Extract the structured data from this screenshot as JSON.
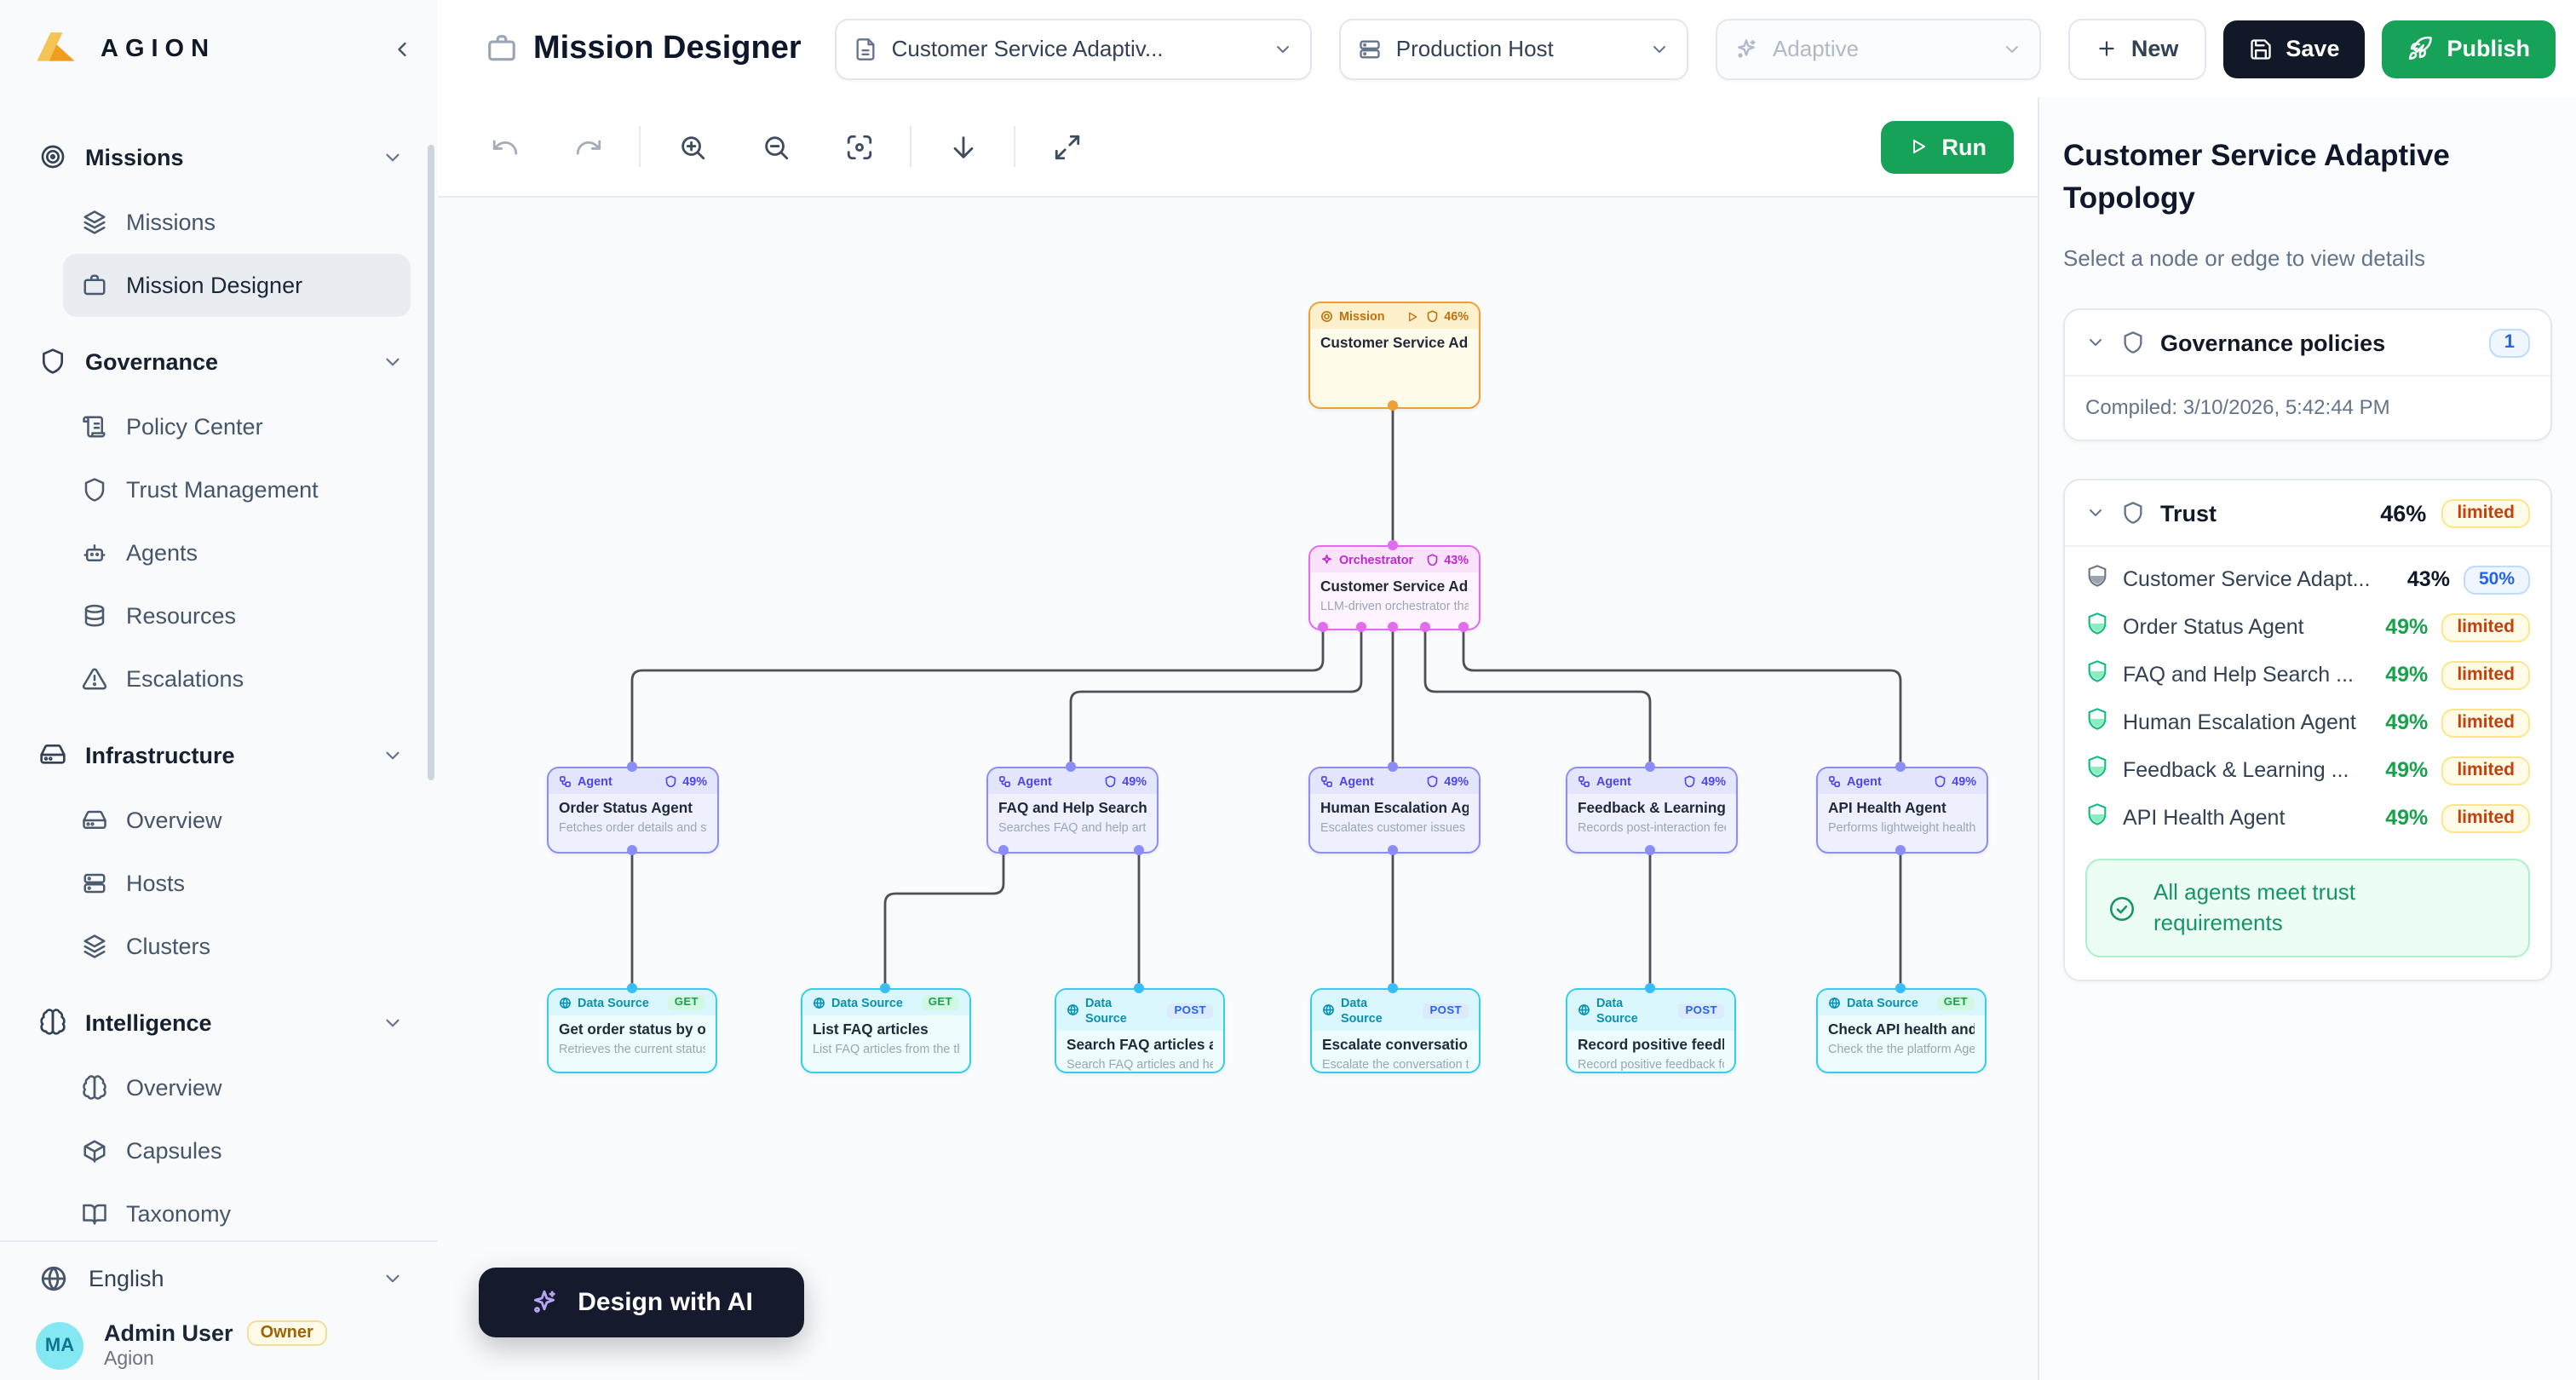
{
  "sidebar": {
    "brand": "AGION",
    "sections": [
      {
        "label": "Missions",
        "icon": "target-icon",
        "items": [
          {
            "label": "Missions",
            "icon": "layers-icon"
          },
          {
            "label": "Mission Designer",
            "icon": "briefcase-icon",
            "active": true
          }
        ]
      },
      {
        "label": "Governance",
        "icon": "shield-icon",
        "items": [
          {
            "label": "Policy Center",
            "icon": "scroll-icon"
          },
          {
            "label": "Trust Management",
            "icon": "shield-icon"
          },
          {
            "label": "Agents",
            "icon": "bot-icon"
          },
          {
            "label": "Resources",
            "icon": "database-icon"
          },
          {
            "label": "Escalations",
            "icon": "alert-triangle-icon"
          }
        ]
      },
      {
        "label": "Infrastructure",
        "icon": "hard-drive-icon",
        "items": [
          {
            "label": "Overview",
            "icon": "hard-drive-icon"
          },
          {
            "label": "Hosts",
            "icon": "server-icon"
          },
          {
            "label": "Clusters",
            "icon": "layers-icon"
          }
        ]
      },
      {
        "label": "Intelligence",
        "icon": "brain-icon",
        "items": [
          {
            "label": "Overview",
            "icon": "brain-icon"
          },
          {
            "label": "Capsules",
            "icon": "package-icon"
          },
          {
            "label": "Taxonomy",
            "icon": "book-open-icon"
          }
        ]
      }
    ],
    "language": "English",
    "user": {
      "initials": "MA",
      "name": "Admin User",
      "role_badge": "Owner",
      "org": "Agion"
    }
  },
  "header": {
    "title": "Mission Designer",
    "mission_dropdown": "Customer Service Adaptiv...",
    "host_dropdown": "Production Host",
    "mode_dropdown": "Adaptive",
    "new_label": "New",
    "save_label": "Save",
    "publish_label": "Publish"
  },
  "toolbar": {
    "run_label": "Run"
  },
  "canvas": {
    "design_ai_label": "Design with AI",
    "mission": {
      "type_label": "Mission",
      "trust": "46%",
      "title": "Customer Service Adapti..."
    },
    "orchestrator": {
      "type_label": "Orchestrator",
      "trust": "43%",
      "title": "Customer Service Adapti...",
      "subtitle": "LLM-driven orchestrator that ..."
    },
    "agents": [
      {
        "type_label": "Agent",
        "trust": "49%",
        "title": "Order Status Agent",
        "subtitle": "Fetches order details and stat..."
      },
      {
        "type_label": "Agent",
        "trust": "49%",
        "title": "FAQ and Help Search Ag...",
        "subtitle": "Searches FAQ and help articl..."
      },
      {
        "type_label": "Agent",
        "trust": "49%",
        "title": "Human Escalation Agent",
        "subtitle": "Escalates customer issues to ..."
      },
      {
        "type_label": "Agent",
        "trust": "49%",
        "title": "Feedback & Learning Ag...",
        "subtitle": "Records post-interaction feed..."
      },
      {
        "type_label": "Agent",
        "trust": "49%",
        "title": "API Health Agent",
        "subtitle": "Performs lightweight health a..."
      }
    ],
    "datasources": [
      {
        "type_label": "Data Source",
        "method": "GET",
        "title": "Get order status by orde...",
        "subtitle": "Retrieves the current status a..."
      },
      {
        "type_label": "Data Source",
        "method": "GET",
        "title": "List FAQ articles",
        "subtitle": "List FAQ articles from the the ..."
      },
      {
        "type_label": "Data Source",
        "method": "POST",
        "title": "Search FAQ articles and ...",
        "subtitle": "Search FAQ articles and help ..."
      },
      {
        "type_label": "Data Source",
        "method": "POST",
        "title": "Escalate conversation to...",
        "subtitle": "Escalate the conversation to ..."
      },
      {
        "type_label": "Data Source",
        "method": "POST",
        "title": "Record positive feedbac...",
        "subtitle": "Record positive feedback for ..."
      },
      {
        "type_label": "Data Source",
        "method": "GET",
        "title": "Check API health and re...",
        "subtitle": "Check the the platform Agent..."
      }
    ]
  },
  "panel": {
    "title": "Customer Service Adaptive Topology",
    "subtitle": "Select a node or edge to view details",
    "governance": {
      "label": "Governance policies",
      "count": "1",
      "compiled": "Compiled: 3/10/2026, 5:42:44 PM"
    },
    "trust": {
      "label": "Trust",
      "value": "46%",
      "badge": "limited",
      "rows": [
        {
          "name": "Customer Service Adapt...",
          "value": "43%",
          "badge": "50%"
        },
        {
          "name": "Order Status Agent",
          "value": "49%",
          "badge": "limited"
        },
        {
          "name": "FAQ and Help Search ...",
          "value": "49%",
          "badge": "limited"
        },
        {
          "name": "Human Escalation Agent",
          "value": "49%",
          "badge": "limited"
        },
        {
          "name": "Feedback & Learning ...",
          "value": "49%",
          "badge": "limited"
        },
        {
          "name": "API Health Agent",
          "value": "49%",
          "badge": "limited"
        }
      ],
      "note": "All agents meet trust requirements"
    }
  },
  "colors": {
    "accent_green": "#17a357",
    "brand_orange": "#f59e0b",
    "limited_text": "#c2410c",
    "edge": "#4f4f57"
  }
}
